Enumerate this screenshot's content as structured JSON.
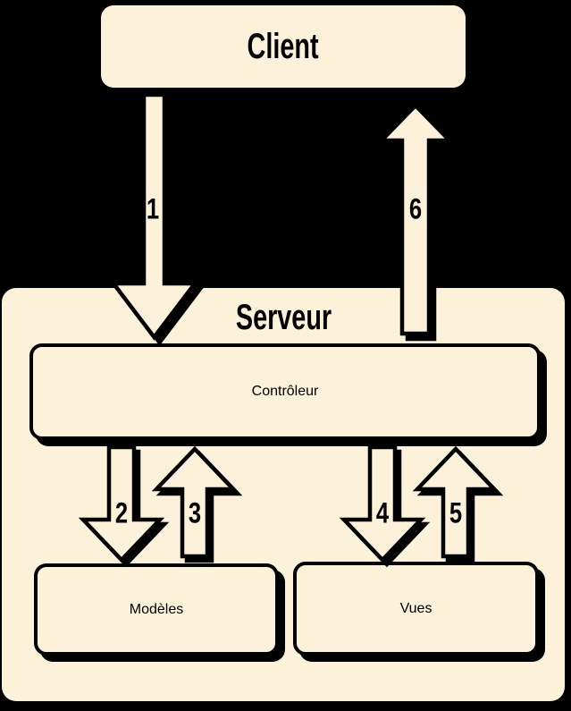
{
  "diagram": {
    "type": "architecture-flow-diagram",
    "colors": {
      "background": "#000000",
      "fill": "#FCF2DA",
      "outline": "#000000",
      "text": "#000000"
    },
    "nodes": {
      "client": "Client",
      "server": "Serveur",
      "controller": "Contrôleur",
      "models": "Modèles",
      "views": "Vues"
    },
    "arrows": [
      {
        "label": "1",
        "from": "Client",
        "to": "Contrôleur",
        "direction": "down"
      },
      {
        "label": "2",
        "from": "Contrôleur",
        "to": "Modèles",
        "direction": "down"
      },
      {
        "label": "3",
        "from": "Modèles",
        "to": "Contrôleur",
        "direction": "up"
      },
      {
        "label": "4",
        "from": "Contrôleur",
        "to": "Vues",
        "direction": "down"
      },
      {
        "label": "5",
        "from": "Vues",
        "to": "Contrôleur",
        "direction": "up"
      },
      {
        "label": "6",
        "from": "Contrôleur",
        "to": "Client",
        "direction": "up"
      }
    ]
  }
}
